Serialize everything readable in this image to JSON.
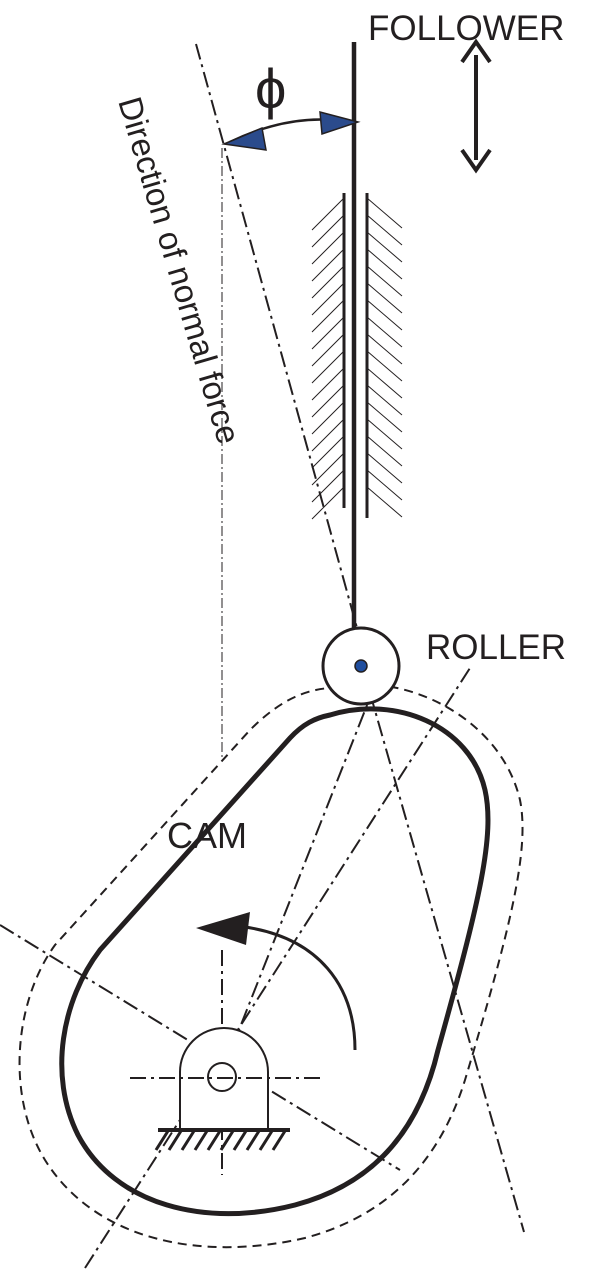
{
  "labels": {
    "follower": "FOLLOWER",
    "phi": "ϕ",
    "normal_force": "Direction of normal force",
    "roller": "ROLLER",
    "cam": "CAM"
  },
  "colors": {
    "ink": "#231f20",
    "arrowhead_fill": "#2b4b8c",
    "pivot_fill": "#1f4e9e"
  }
}
